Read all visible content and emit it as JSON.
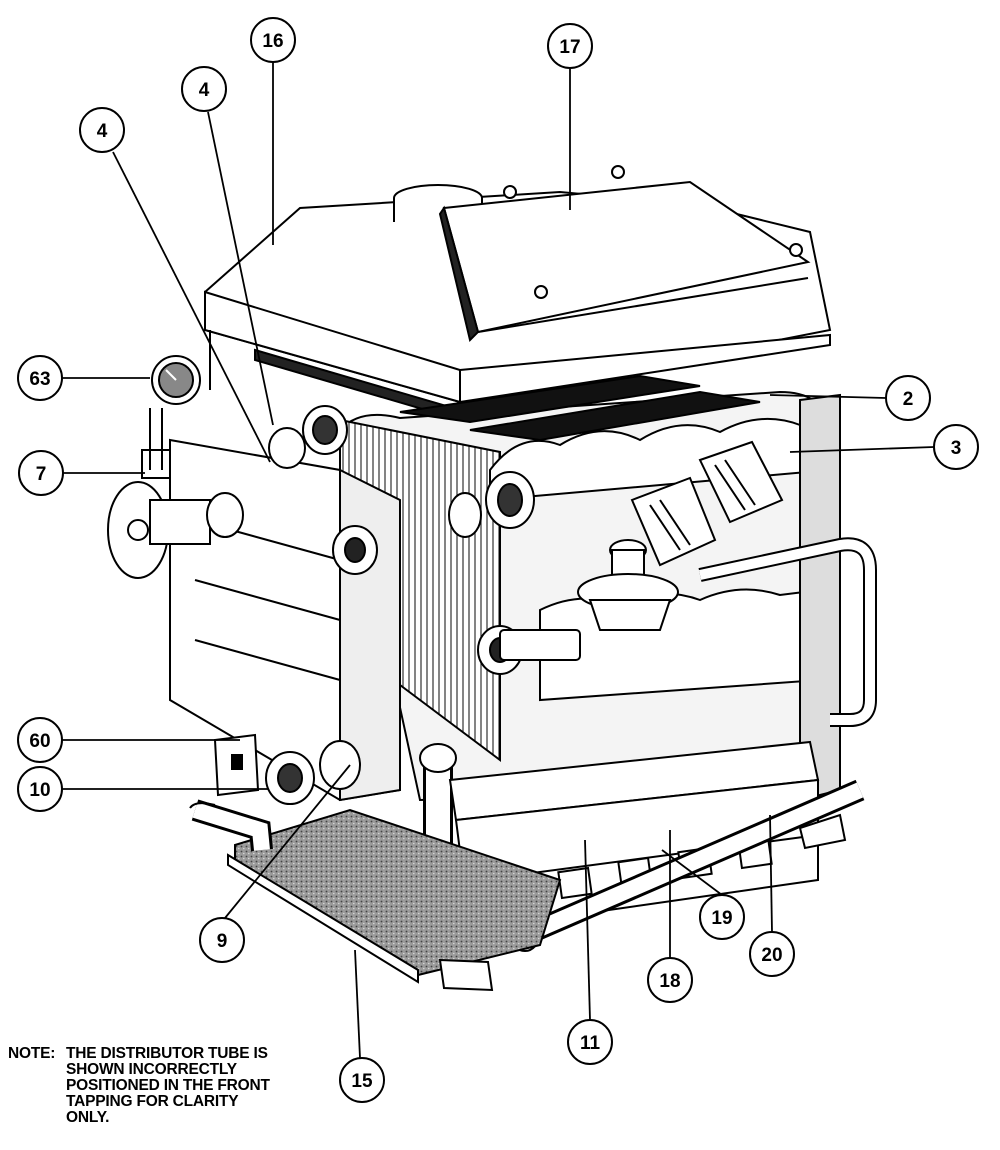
{
  "callouts": [
    {
      "id": "c16",
      "label": "16"
    },
    {
      "id": "c17",
      "label": "17"
    },
    {
      "id": "c4a",
      "label": "4"
    },
    {
      "id": "c4b",
      "label": "4"
    },
    {
      "id": "c63",
      "label": "63"
    },
    {
      "id": "c7",
      "label": "7"
    },
    {
      "id": "c2",
      "label": "2"
    },
    {
      "id": "c3",
      "label": "3"
    },
    {
      "id": "c60",
      "label": "60"
    },
    {
      "id": "c10",
      "label": "10"
    },
    {
      "id": "c9",
      "label": "9"
    },
    {
      "id": "c15",
      "label": "15"
    },
    {
      "id": "c11",
      "label": "11"
    },
    {
      "id": "c18",
      "label": "18"
    },
    {
      "id": "c19",
      "label": "19"
    },
    {
      "id": "c20",
      "label": "20"
    }
  ],
  "note": {
    "prefix": "NOTE:",
    "lines": [
      "THE DISTRIBUTOR TUBE IS",
      "SHOWN INCORRECTLY",
      "POSITIONED IN THE FRONT",
      "TAPPING FOR CLARITY",
      "ONLY."
    ]
  },
  "colors": {
    "ink": "#000000",
    "paper": "#ffffff",
    "shade": "#6b6b6b"
  }
}
